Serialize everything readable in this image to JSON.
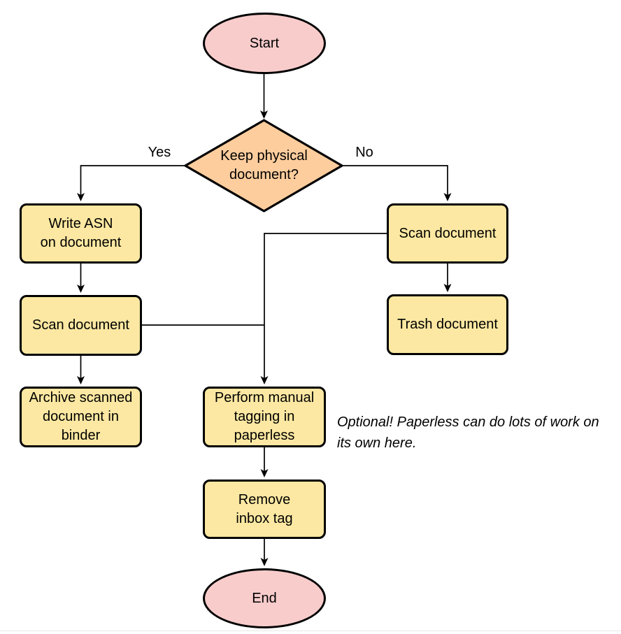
{
  "flowchart": {
    "nodes": {
      "start": {
        "label": "Start",
        "shape": "terminator"
      },
      "decision": {
        "label": "Keep physical\ndocument?",
        "shape": "diamond"
      },
      "write_asn": {
        "label": "Write ASN\non document",
        "shape": "process"
      },
      "scan_left": {
        "label": "Scan document",
        "shape": "process"
      },
      "archive": {
        "label": "Archive scanned\ndocument in\nbinder",
        "shape": "process"
      },
      "scan_right": {
        "label": "Scan document",
        "shape": "process"
      },
      "trash": {
        "label": "Trash document",
        "shape": "process"
      },
      "tagging": {
        "label": "Perform manual\ntagging in\npaperless",
        "shape": "process"
      },
      "remove_inbox": {
        "label": "Remove\ninbox tag",
        "shape": "process"
      },
      "end": {
        "label": "End",
        "shape": "terminator"
      }
    },
    "edge_labels": {
      "yes": "Yes",
      "no": "No"
    },
    "annotation": "Optional! Paperless can do lots of work on\nits own here.",
    "colors": {
      "terminator_fill": "#f9cccc",
      "decision_fill": "#fecd9e",
      "process_fill": "#fce8a2",
      "stroke": "#000000"
    }
  }
}
